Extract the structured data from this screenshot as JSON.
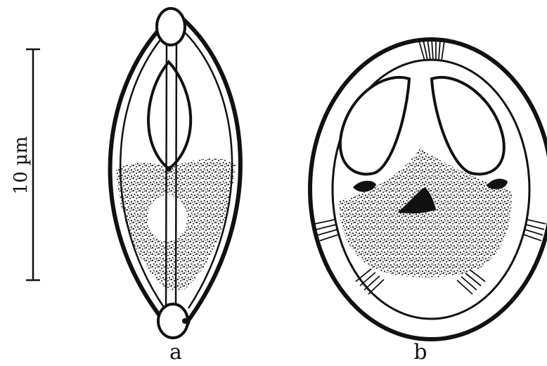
{
  "scale_bar": {
    "label": "10 µm"
  },
  "figures": [
    {
      "label": "a"
    },
    {
      "label": "b"
    }
  ],
  "colors": {
    "ink": "#111111",
    "paper": "#ffffff"
  }
}
